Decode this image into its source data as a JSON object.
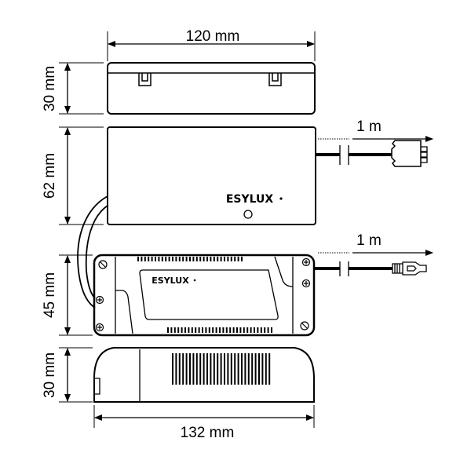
{
  "dimensions": {
    "top_width": "120 mm",
    "top_view_height": "30 mm",
    "unit1_height": "62 mm",
    "unit2_height": "45 mm",
    "side_height": "30 mm",
    "bottom_width": "132 mm",
    "cable1_length": "1 m",
    "cable2_length": "1 m"
  },
  "brand": {
    "logo_unit1": "ESYLUX",
    "logo_unit2": "ESYLUX"
  }
}
